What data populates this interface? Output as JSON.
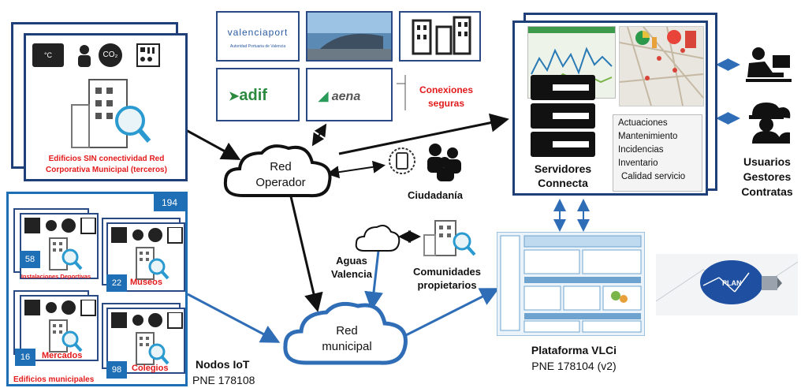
{
  "buildings_no_connectivity": {
    "caption_line1": "Edificios SIN conectividad Red",
    "caption_line2": "Corporativa Municipal (terceros)"
  },
  "secure_connections": {
    "valenciaport_name": "valenciaport",
    "valenciaport_sub": "Autoridad Portuaria de Valencia",
    "adif": "adif",
    "aena": "aena",
    "label_line1": "Conexiones",
    "label_line2": "seguras"
  },
  "red_operador": {
    "line1": "Red",
    "line2": "Operador"
  },
  "ciudadania": "Ciudadanía",
  "servers": {
    "label_line1": "Servidores",
    "label_line2": "Connecta",
    "services": [
      "Actuaciones",
      "Mantenimiento",
      "Incidencias",
      "Inventario",
      "Calidad servicio"
    ]
  },
  "users": {
    "line1": "Usuarios",
    "line2": "Gestores",
    "line3": "Contratas"
  },
  "municipal_buildings": {
    "total": "194",
    "title": "Edificios municipales",
    "groups": [
      {
        "count": "58",
        "label": "Instalaciones Deportivas"
      },
      {
        "count": "22",
        "label": "Museos"
      },
      {
        "count": "16",
        "label": "Mercados"
      },
      {
        "count": "98",
        "label": "Colegios"
      }
    ]
  },
  "aguas_valencia": {
    "line1": "Aguas",
    "line2": "Valencia"
  },
  "comunidades": {
    "line1": "Comunidades",
    "line2": "propietarios"
  },
  "red_municipal": {
    "line1": "Red",
    "line2": "municipal"
  },
  "nodos_iot": {
    "title": "Nodos IoT",
    "standard": "PNE 178108"
  },
  "plataforma": {
    "title": "Plataforma VLCi",
    "standard": "PNE 178104 (v2)",
    "bulb_text": "PLAN"
  },
  "sensor_glyphs": {
    "temp": "°C",
    "co2": "CO₂"
  },
  "colors": {
    "frame": "#1f3f78",
    "accent_red": "#e3191b",
    "badge_blue": "#1e6fb5",
    "arrow_blue": "#2f6db7",
    "black": "#111111"
  }
}
